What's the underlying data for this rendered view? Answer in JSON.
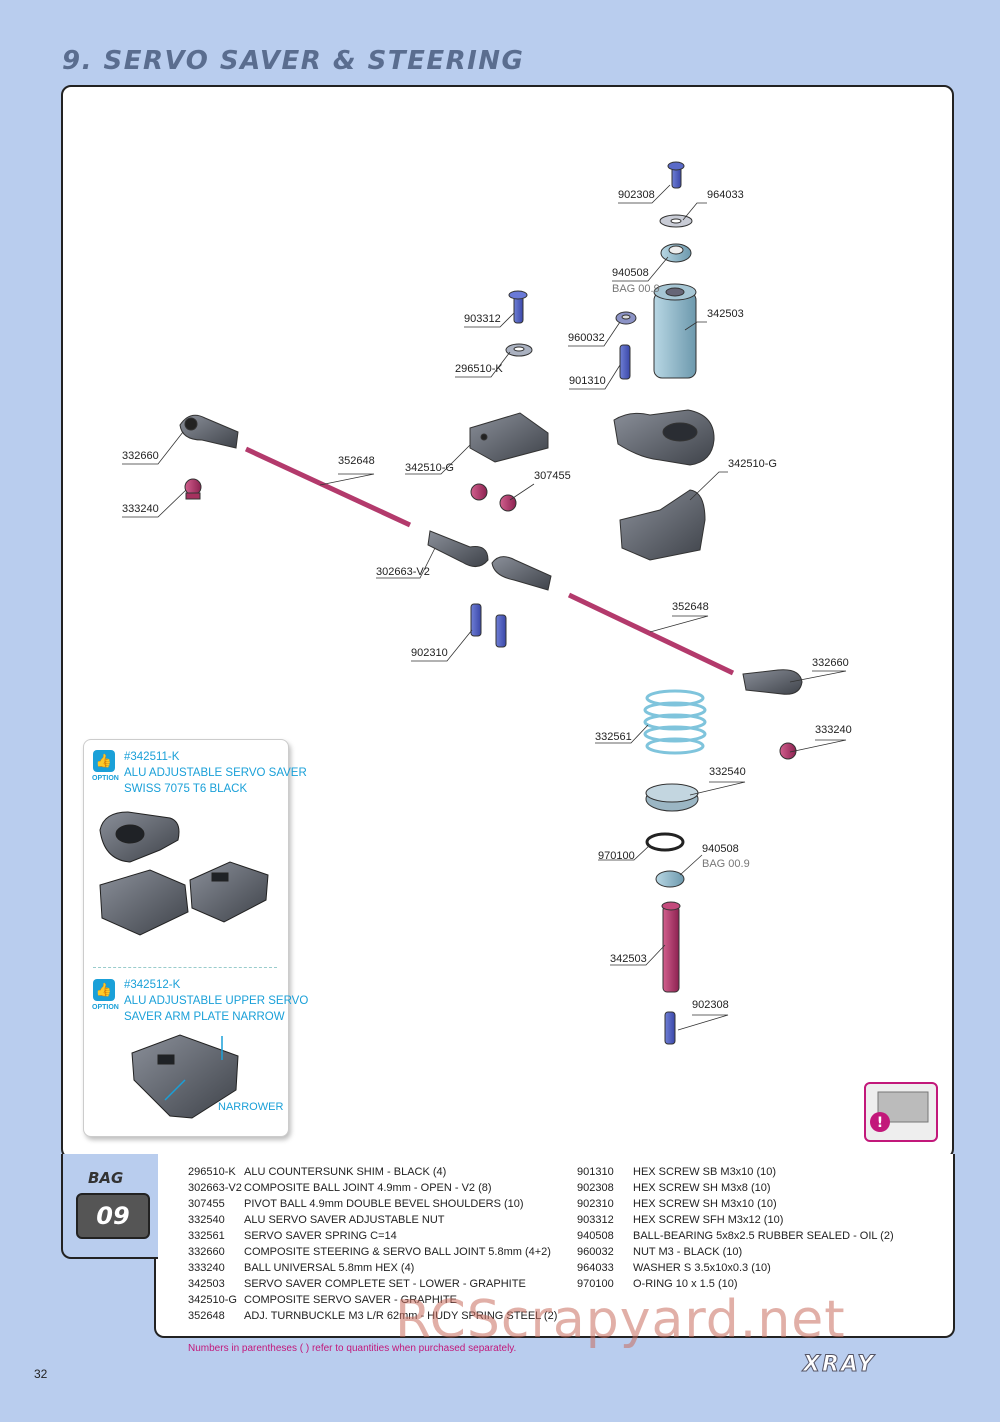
{
  "page": {
    "title": "9. SERVO SAVER & STEERING",
    "page_number": "32",
    "logo_text": "XRAY",
    "watermark": "RCScrapyard.net",
    "footnote": "Numbers in parentheses ( ) refer to quantities when purchased separately."
  },
  "bag": {
    "label": "BAG",
    "number": "09"
  },
  "diagram_labels": {
    "l902308a": "902308",
    "l964033": "964033",
    "l940508a": "940508",
    "l940508a_bag": "BAG 00.9",
    "l342503a": "342503",
    "l903312": "903312",
    "l960032": "960032",
    "l296510": "296510-K",
    "l901310": "901310",
    "l332660a": "332660",
    "l352648a": "352648",
    "l342510a": "342510-G",
    "l307455": "307455",
    "l342510b": "342510-G",
    "l333240a": "333240",
    "l302663": "302663-V2",
    "l352648b": "352648",
    "l902310": "902310",
    "l332660b": "332660",
    "l333240b": "333240",
    "l332561": "332561",
    "l332540": "332540",
    "l970100": "970100",
    "l940508b": "940508",
    "l940508b_bag": "BAG 00.9",
    "l342503b": "342503",
    "l902308b": "902308"
  },
  "options": [
    {
      "badge": "OPTION",
      "code": "#342511-K",
      "line1": "ALU ADJUSTABLE SERVO SAVER",
      "line2": "SWISS 7075 T6 BLACK"
    },
    {
      "badge": "OPTION",
      "code": "#342512-K",
      "line1": "ALU ADJUSTABLE UPPER SERVO",
      "line2": "SAVER ARM PLATE NARROW",
      "callout": "NARROWER"
    }
  ],
  "parts_left": [
    {
      "num": "296510-K",
      "desc": "ALU COUNTERSUNK SHIM - BLACK (4)"
    },
    {
      "num": "302663-V2",
      "desc": "COMPOSITE BALL JOINT 4.9mm - OPEN - V2 (8)"
    },
    {
      "num": "307455",
      "desc": "PIVOT BALL 4.9mm DOUBLE BEVEL SHOULDERS (10)"
    },
    {
      "num": "332540",
      "desc": "ALU SERVO SAVER ADJUSTABLE NUT"
    },
    {
      "num": "332561",
      "desc": "SERVO SAVER SPRING C=14"
    },
    {
      "num": "332660",
      "desc": "COMPOSITE STEERING & SERVO BALL JOINT 5.8mm (4+2)"
    },
    {
      "num": "333240",
      "desc": "BALL UNIVERSAL 5.8mm HEX (4)"
    },
    {
      "num": "342503",
      "desc": "SERVO SAVER COMPLETE SET - LOWER - GRAPHITE"
    },
    {
      "num": "342510-G",
      "desc": "COMPOSITE SERVO SAVER - GRAPHITE"
    },
    {
      "num": "352648",
      "desc": "ADJ. TURNBUCKLE M3 L/R 62mm - HUDY SPRING STEEL (2)"
    }
  ],
  "parts_right": [
    {
      "num": "901310",
      "desc": "HEX SCREW SB M3x10 (10)"
    },
    {
      "num": "902308",
      "desc": "HEX SCREW SH M3x8 (10)"
    },
    {
      "num": "902310",
      "desc": "HEX SCREW SH M3x10 (10)"
    },
    {
      "num": "903312",
      "desc": "HEX SCREW SFH M3x12 (10)"
    },
    {
      "num": "940508",
      "desc": "BALL-BEARING 5x8x2.5 RUBBER SEALED - OIL (2)"
    },
    {
      "num": "960032",
      "desc": "NUT M3 - BLACK (10)"
    },
    {
      "num": "964033",
      "desc": "WASHER S 3.5x10x0.3 (10)"
    },
    {
      "num": "970100",
      "desc": "O-RING 10 x 1.5 (10)"
    }
  ],
  "colors": {
    "accent": "#c2187a",
    "option_blue": "#1aa0d8",
    "background": "#b9cdee"
  }
}
